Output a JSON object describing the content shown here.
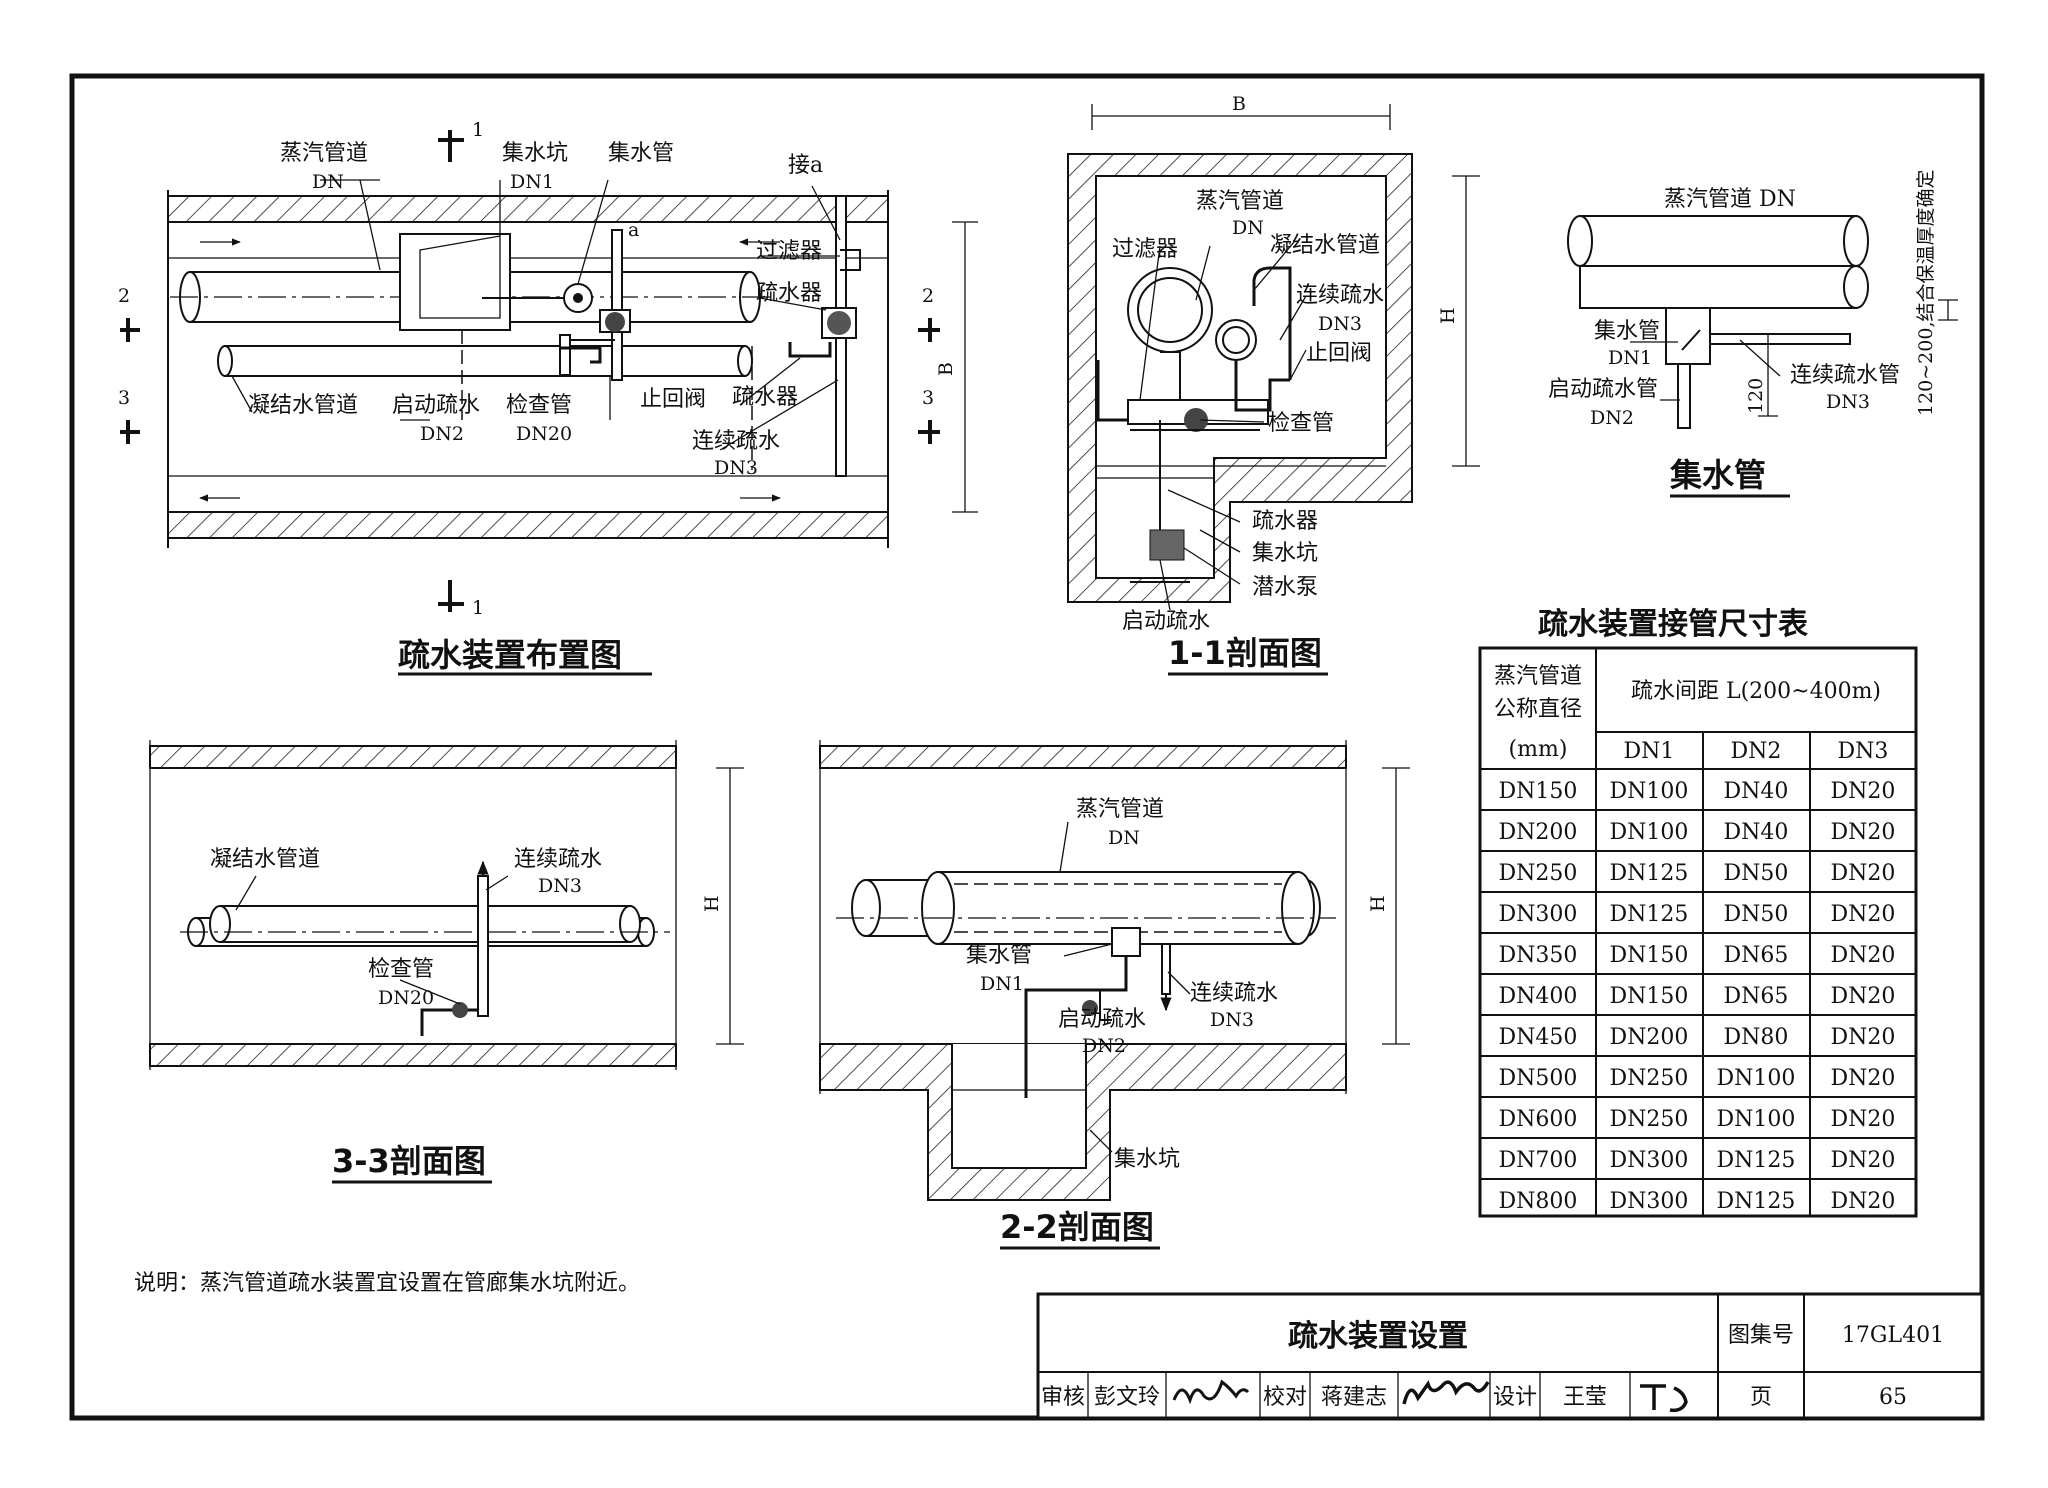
{
  "sheet": {
    "title": "疏水装置设置",
    "atlas_label": "图集号",
    "atlas_number": "17GL401",
    "page_label": "页",
    "page_number": "65",
    "review_label": "审核",
    "reviewer": "彭文玲",
    "check_label": "校对",
    "checker": "蒋建志",
    "design_label": "设计",
    "designer": "王莹"
  },
  "note": "说明：蒸汽管道疏水装置宜设置在管廊集水坑附近。",
  "views": {
    "layout": {
      "title": "疏水装置布置图",
      "labels": {
        "steam_pipe": "蒸汽管道",
        "dn": "DN",
        "sump": "集水坑",
        "dn1": "DN1",
        "collector": "集水管",
        "to_a": "接a",
        "a": "a",
        "filter": "过滤器",
        "trap": "疏水器",
        "condensate": "凝结水管道",
        "startup": "启动疏水",
        "dn2": "DN2",
        "check_pipe": "检查管",
        "dn20": "DN20",
        "check_valve": "止回阀",
        "trap2": "疏水器",
        "continuous": "连续疏水",
        "dn3": "DN3",
        "b": "B",
        "sec1": "1",
        "sec2": "2",
        "sec3": "3"
      }
    },
    "section_1_1": {
      "title": "1-1剖面图",
      "labels": {
        "b": "B",
        "h": "H",
        "steam_pipe": "蒸汽管道",
        "dn": "DN",
        "filter": "过滤器",
        "condensate": "凝结水管道",
        "continuous": "连续疏水",
        "dn3": "DN3",
        "check_valve": "止回阀",
        "check_pipe": "检查管",
        "trap": "疏水器",
        "sump": "集水坑",
        "pump": "潜水泵",
        "startup": "启动疏水"
      }
    },
    "collector": {
      "title": "集水管",
      "labels": {
        "steam_pipe": "蒸汽管道 DN",
        "collector": "集水管",
        "dn1": "DN1",
        "startup": "启动疏水管",
        "dn2": "DN2",
        "continuous": "连续疏水管",
        "dn3": "DN3",
        "dim120": "120",
        "insulation": "120~200,结合保温厚度确定"
      }
    },
    "section_3_3": {
      "title": "3-3剖面图",
      "labels": {
        "condensate": "凝结水管道",
        "continuous": "连续疏水",
        "dn3": "DN3",
        "check_pipe": "检查管",
        "dn20": "DN20",
        "h": "H"
      }
    },
    "section_2_2": {
      "title": "2-2剖面图",
      "labels": {
        "steam_pipe": "蒸汽管道",
        "dn": "DN",
        "collector": "集水管",
        "dn1": "DN1",
        "startup": "启动疏水",
        "dn2": "DN2",
        "continuous": "连续疏水",
        "dn3": "DN3",
        "sump": "集水坑",
        "h": "H"
      }
    }
  },
  "table": {
    "title": "疏水装置接管尺寸表",
    "header_col1": [
      "蒸汽管道",
      "公称直径",
      "(mm)"
    ],
    "header_span": "疏水间距  L(200~400m)",
    "subheaders": [
      "DN1",
      "DN2",
      "DN3"
    ],
    "rows": [
      [
        "DN150",
        "DN100",
        "DN40",
        "DN20"
      ],
      [
        "DN200",
        "DN100",
        "DN40",
        "DN20"
      ],
      [
        "DN250",
        "DN125",
        "DN50",
        "DN20"
      ],
      [
        "DN300",
        "DN125",
        "DN50",
        "DN20"
      ],
      [
        "DN350",
        "DN150",
        "DN65",
        "DN20"
      ],
      [
        "DN400",
        "DN150",
        "DN65",
        "DN20"
      ],
      [
        "DN450",
        "DN200",
        "DN80",
        "DN20"
      ],
      [
        "DN500",
        "DN250",
        "DN100",
        "DN20"
      ],
      [
        "DN600",
        "DN250",
        "DN100",
        "DN20"
      ],
      [
        "DN700",
        "DN300",
        "DN125",
        "DN20"
      ],
      [
        "DN800",
        "DN300",
        "DN125",
        "DN20"
      ]
    ]
  }
}
